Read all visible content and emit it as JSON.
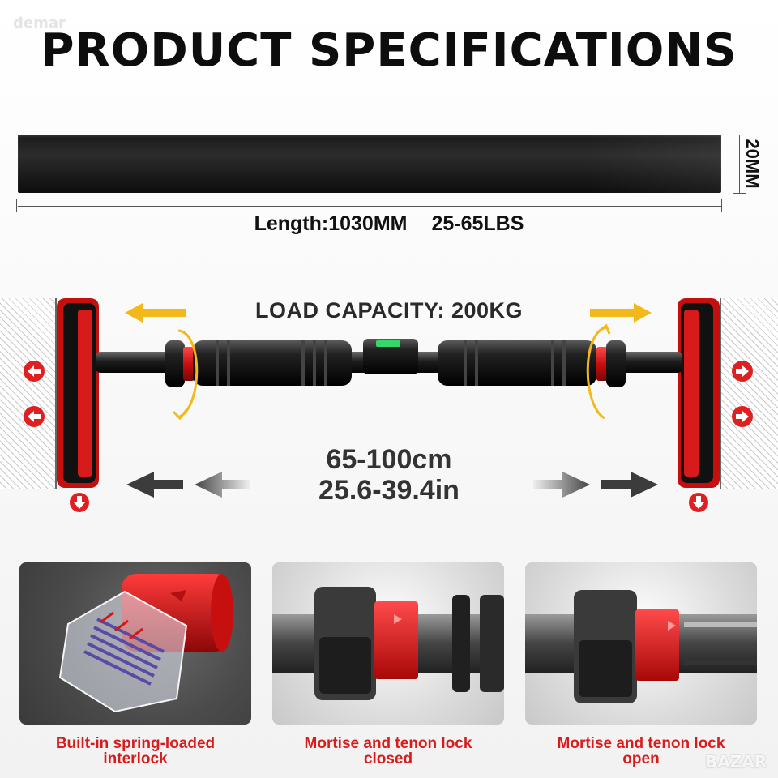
{
  "watermark_top": "demar",
  "title": "PRODUCT SPECIFICATIONS",
  "dimensions": {
    "length_label": "Length:1030MM",
    "resistance_label": "25-65LBS",
    "width_label": "20MM"
  },
  "load_capacity": "LOAD CAPACITY: 200KG",
  "range": {
    "cm": "65-100cm",
    "inches": "25.6-39.4in"
  },
  "panels": [
    {
      "caption_line1": "Built-in spring-loaded",
      "caption_line2": "interlock"
    },
    {
      "caption_line1": "Mortise and tenon lock",
      "caption_line2": "closed"
    },
    {
      "caption_line1": "Mortise and tenon lock",
      "caption_line2": "open"
    }
  ],
  "watermark_bottom": "BAZAR",
  "colors": {
    "accent_red": "#d81c1c",
    "arrow_yellow": "#f3b81a",
    "bar_black": "#151515"
  },
  "icons": [
    "arrow-left-circle-icon",
    "arrow-right-circle-icon",
    "arrow-down-circle-icon",
    "bubble-level-icon"
  ]
}
